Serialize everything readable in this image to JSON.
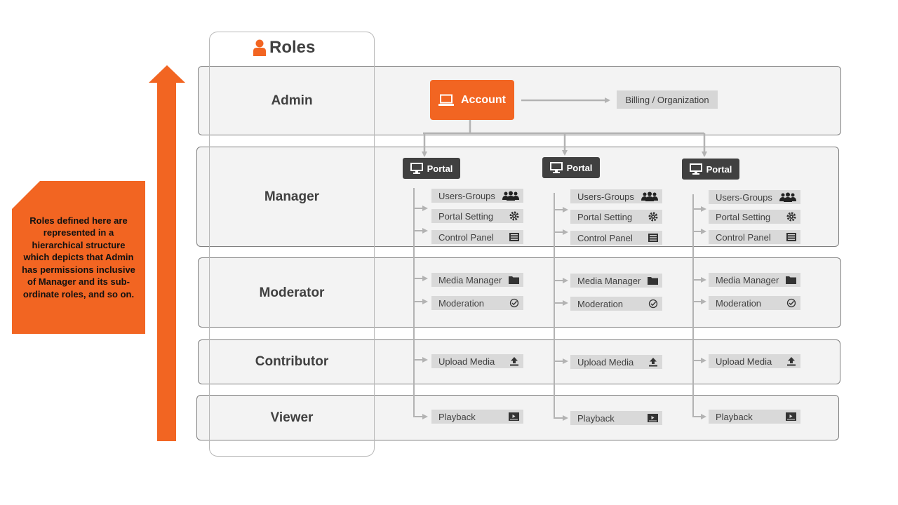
{
  "roles_title": "Roles",
  "roles": [
    {
      "label": "Admin"
    },
    {
      "label": "Manager"
    },
    {
      "label": "Moderator"
    },
    {
      "label": "Contributor"
    },
    {
      "label": "Viewer"
    }
  ],
  "account_label": "Account",
  "billing_label": "Billing / Organization",
  "portal_label": "Portal",
  "permissions": {
    "users_groups": "Users-Groups",
    "portal_setting": "Portal Setting",
    "control_panel": "Control Panel",
    "media_manager": "Media Manager",
    "moderation": "Moderation",
    "upload_media": "Upload Media",
    "playback": "Playback"
  },
  "note": "Roles defined here are represented in a hierarchical structure which depicts that Admin has permissions inclusive of Manager and its sub-ordinate roles, and so on.",
  "colors": {
    "accent": "#f26522",
    "dark": "#404040",
    "perm_bg": "#d9d9d9",
    "band_bg": "#f3f3f3"
  }
}
